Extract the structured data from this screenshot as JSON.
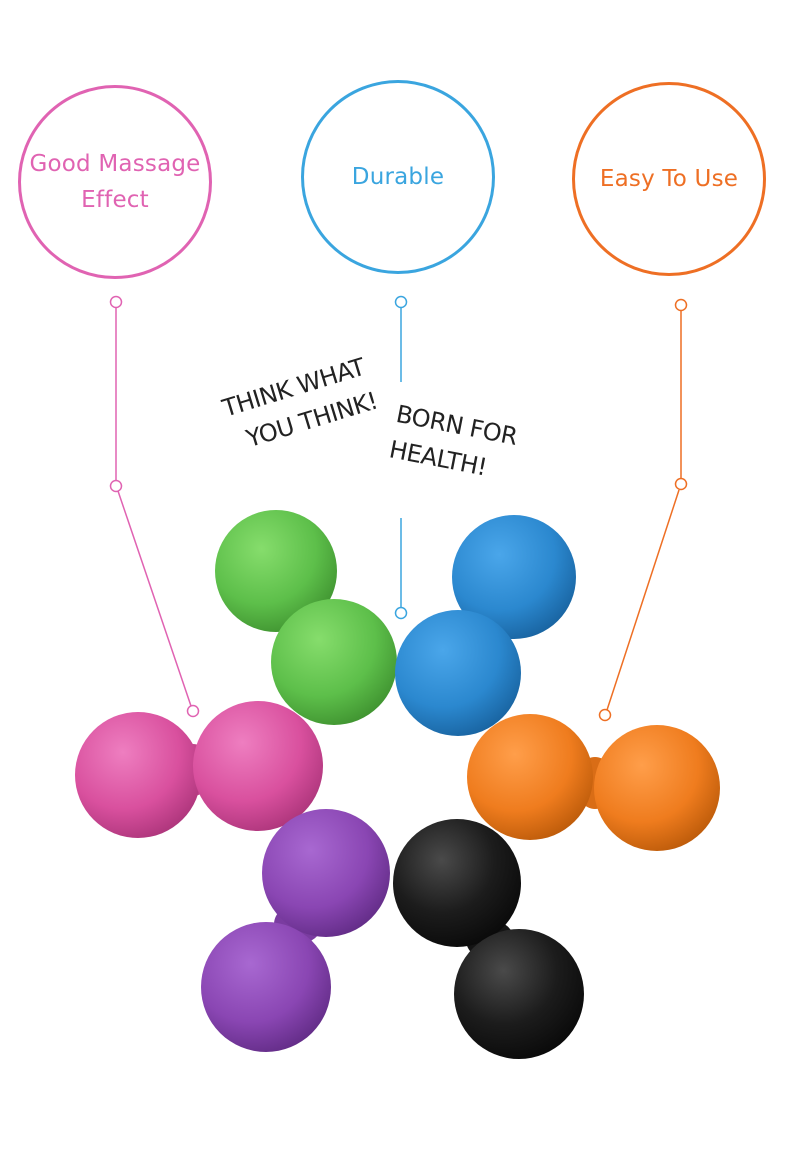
{
  "features": [
    {
      "label_line1": "Good Massage",
      "label_line2": "Effect",
      "color": "#e063b2"
    },
    {
      "label_line1": "Durable",
      "color": "#3aa5df"
    },
    {
      "label_line1": "Easy To Use",
      "color": "#ee6f24"
    }
  ],
  "slogans": {
    "left": {
      "line1": "THINK WHAT",
      "line2": "YOU THINK!"
    },
    "right": {
      "line1": "BORN FOR",
      "line2": "HEALTH!"
    }
  },
  "balls": [
    {
      "color": "green",
      "hex": "#5dbf4a"
    },
    {
      "color": "blue",
      "hex": "#2b88cf"
    },
    {
      "color": "pink",
      "hex": "#d9509e"
    },
    {
      "color": "orange",
      "hex": "#ef7c1e"
    },
    {
      "color": "purple",
      "hex": "#8a46b3"
    },
    {
      "color": "black",
      "hex": "#1c1c1c"
    }
  ]
}
